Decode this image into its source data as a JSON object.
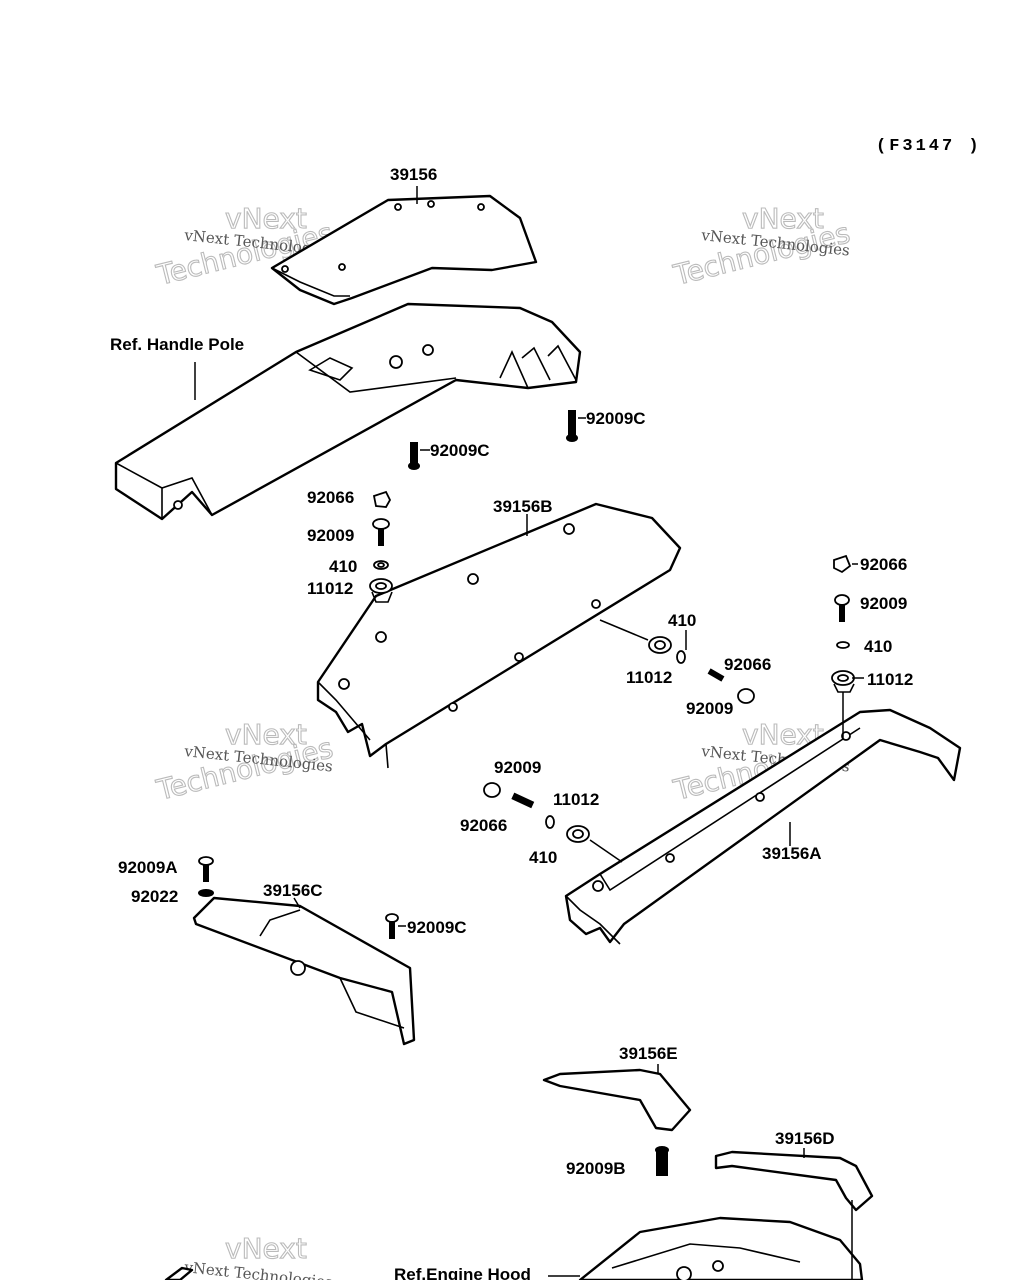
{
  "diagram_code": "(F3147 )",
  "watermark": {
    "line1": "vNext Technologies",
    "outline_top": "vNext",
    "outline_bottom": "Technologies"
  },
  "labels": {
    "p39156": "39156",
    "ref_handle_pole": "Ref. Handle Pole",
    "p92009c_a": "92009C",
    "p92009c_b": "92009C",
    "p92066_a": "92066",
    "p92009_a": "92009",
    "p410_a": "410",
    "p11012_a": "11012",
    "p39156b": "39156B",
    "p92066_b": "92066",
    "p92009_b": "92009",
    "p410_b": "410",
    "p11012_b": "11012",
    "p410_c": "410",
    "p11012_c": "11012",
    "p92066_c": "92066",
    "p92009_c": "92009",
    "p92009_d": "92009",
    "p92066_d": "92066",
    "p11012_d": "11012",
    "p410_d": "410",
    "p39156a": "39156A",
    "p92009a": "92009A",
    "p92022": "92022",
    "p39156c": "39156C",
    "p92009c_c": "92009C",
    "p39156e": "39156E",
    "p92009b": "92009B",
    "p39156d": "39156D",
    "ref_engine_hood": "Ref.Engine Hood"
  }
}
